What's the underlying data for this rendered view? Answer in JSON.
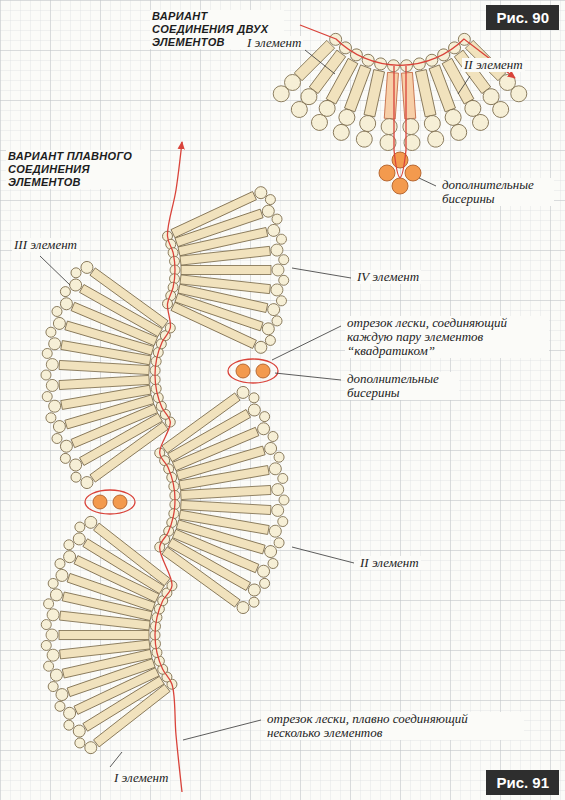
{
  "diagram": {
    "nodes": [
      {
        "text": [
          "Рис. 90"
        ]
      },
      {
        "text": [
          "Рис. 91"
        ]
      }
    ],
    "labels": [
      "ВАРИАНТ СОЕДИНЕНИЯ ДВУХ ЭЛЕМЕНТОВ",
      "I элемент",
      "II элемент",
      "дополнительные бисерины",
      "ВАРИАНТ ПЛАВНОГО СОЕДИНЕНИЯ ЭЛЕМЕНТОВ",
      "III элемент",
      "IV элемент",
      "отрезок лески, соединяющий каждую пару элементов “квадратиком”",
      "дополнительные бисерины",
      "II элемент",
      "отрезок лески, плавно соединяющий несколько элементов",
      "I элемент"
    ]
  }
}
